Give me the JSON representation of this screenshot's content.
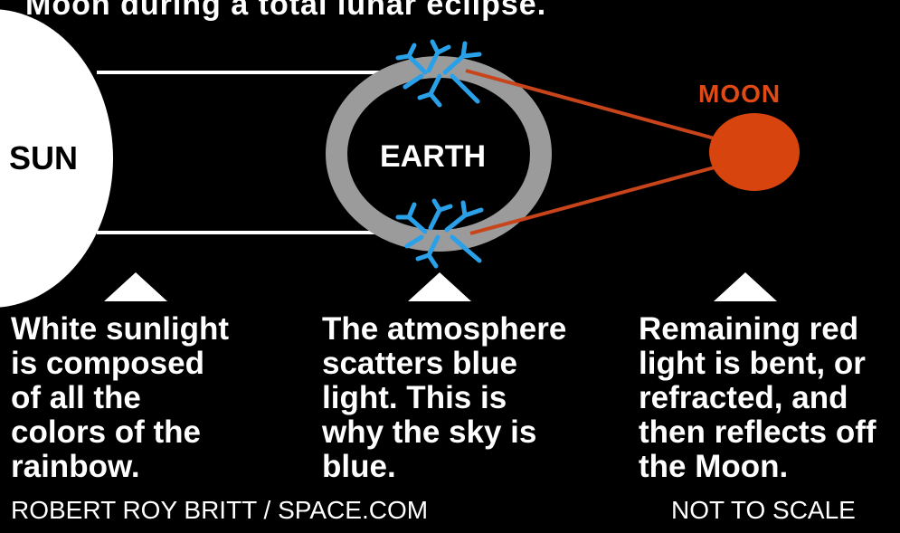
{
  "title": "Moon during a total lunar eclipse.",
  "labels": {
    "sun": "SUN",
    "earth": "EARTH",
    "moon": "MOON"
  },
  "captions": {
    "sunlight": [
      "White sunlight",
      "is composed",
      "of all the",
      "colors of the",
      "rainbow."
    ],
    "atmosphere": [
      "The atmosphere",
      "scatters blue",
      "light. This is",
      "why the sky is",
      "blue."
    ],
    "refraction": [
      "Remaining red",
      "light is bent, or",
      "refracted, and",
      "then reflects off",
      "the Moon."
    ]
  },
  "footer": {
    "credit": "ROBERT ROY BRITT / SPACE.COM",
    "scale_note": "NOT TO SCALE"
  },
  "colors": {
    "background": "#000000",
    "sun": "#ffffff",
    "earth_ring": "#9b9b9b",
    "moon": "#d8440e",
    "red_ray": "#c8441a",
    "scatter": "#2aa0e8"
  }
}
